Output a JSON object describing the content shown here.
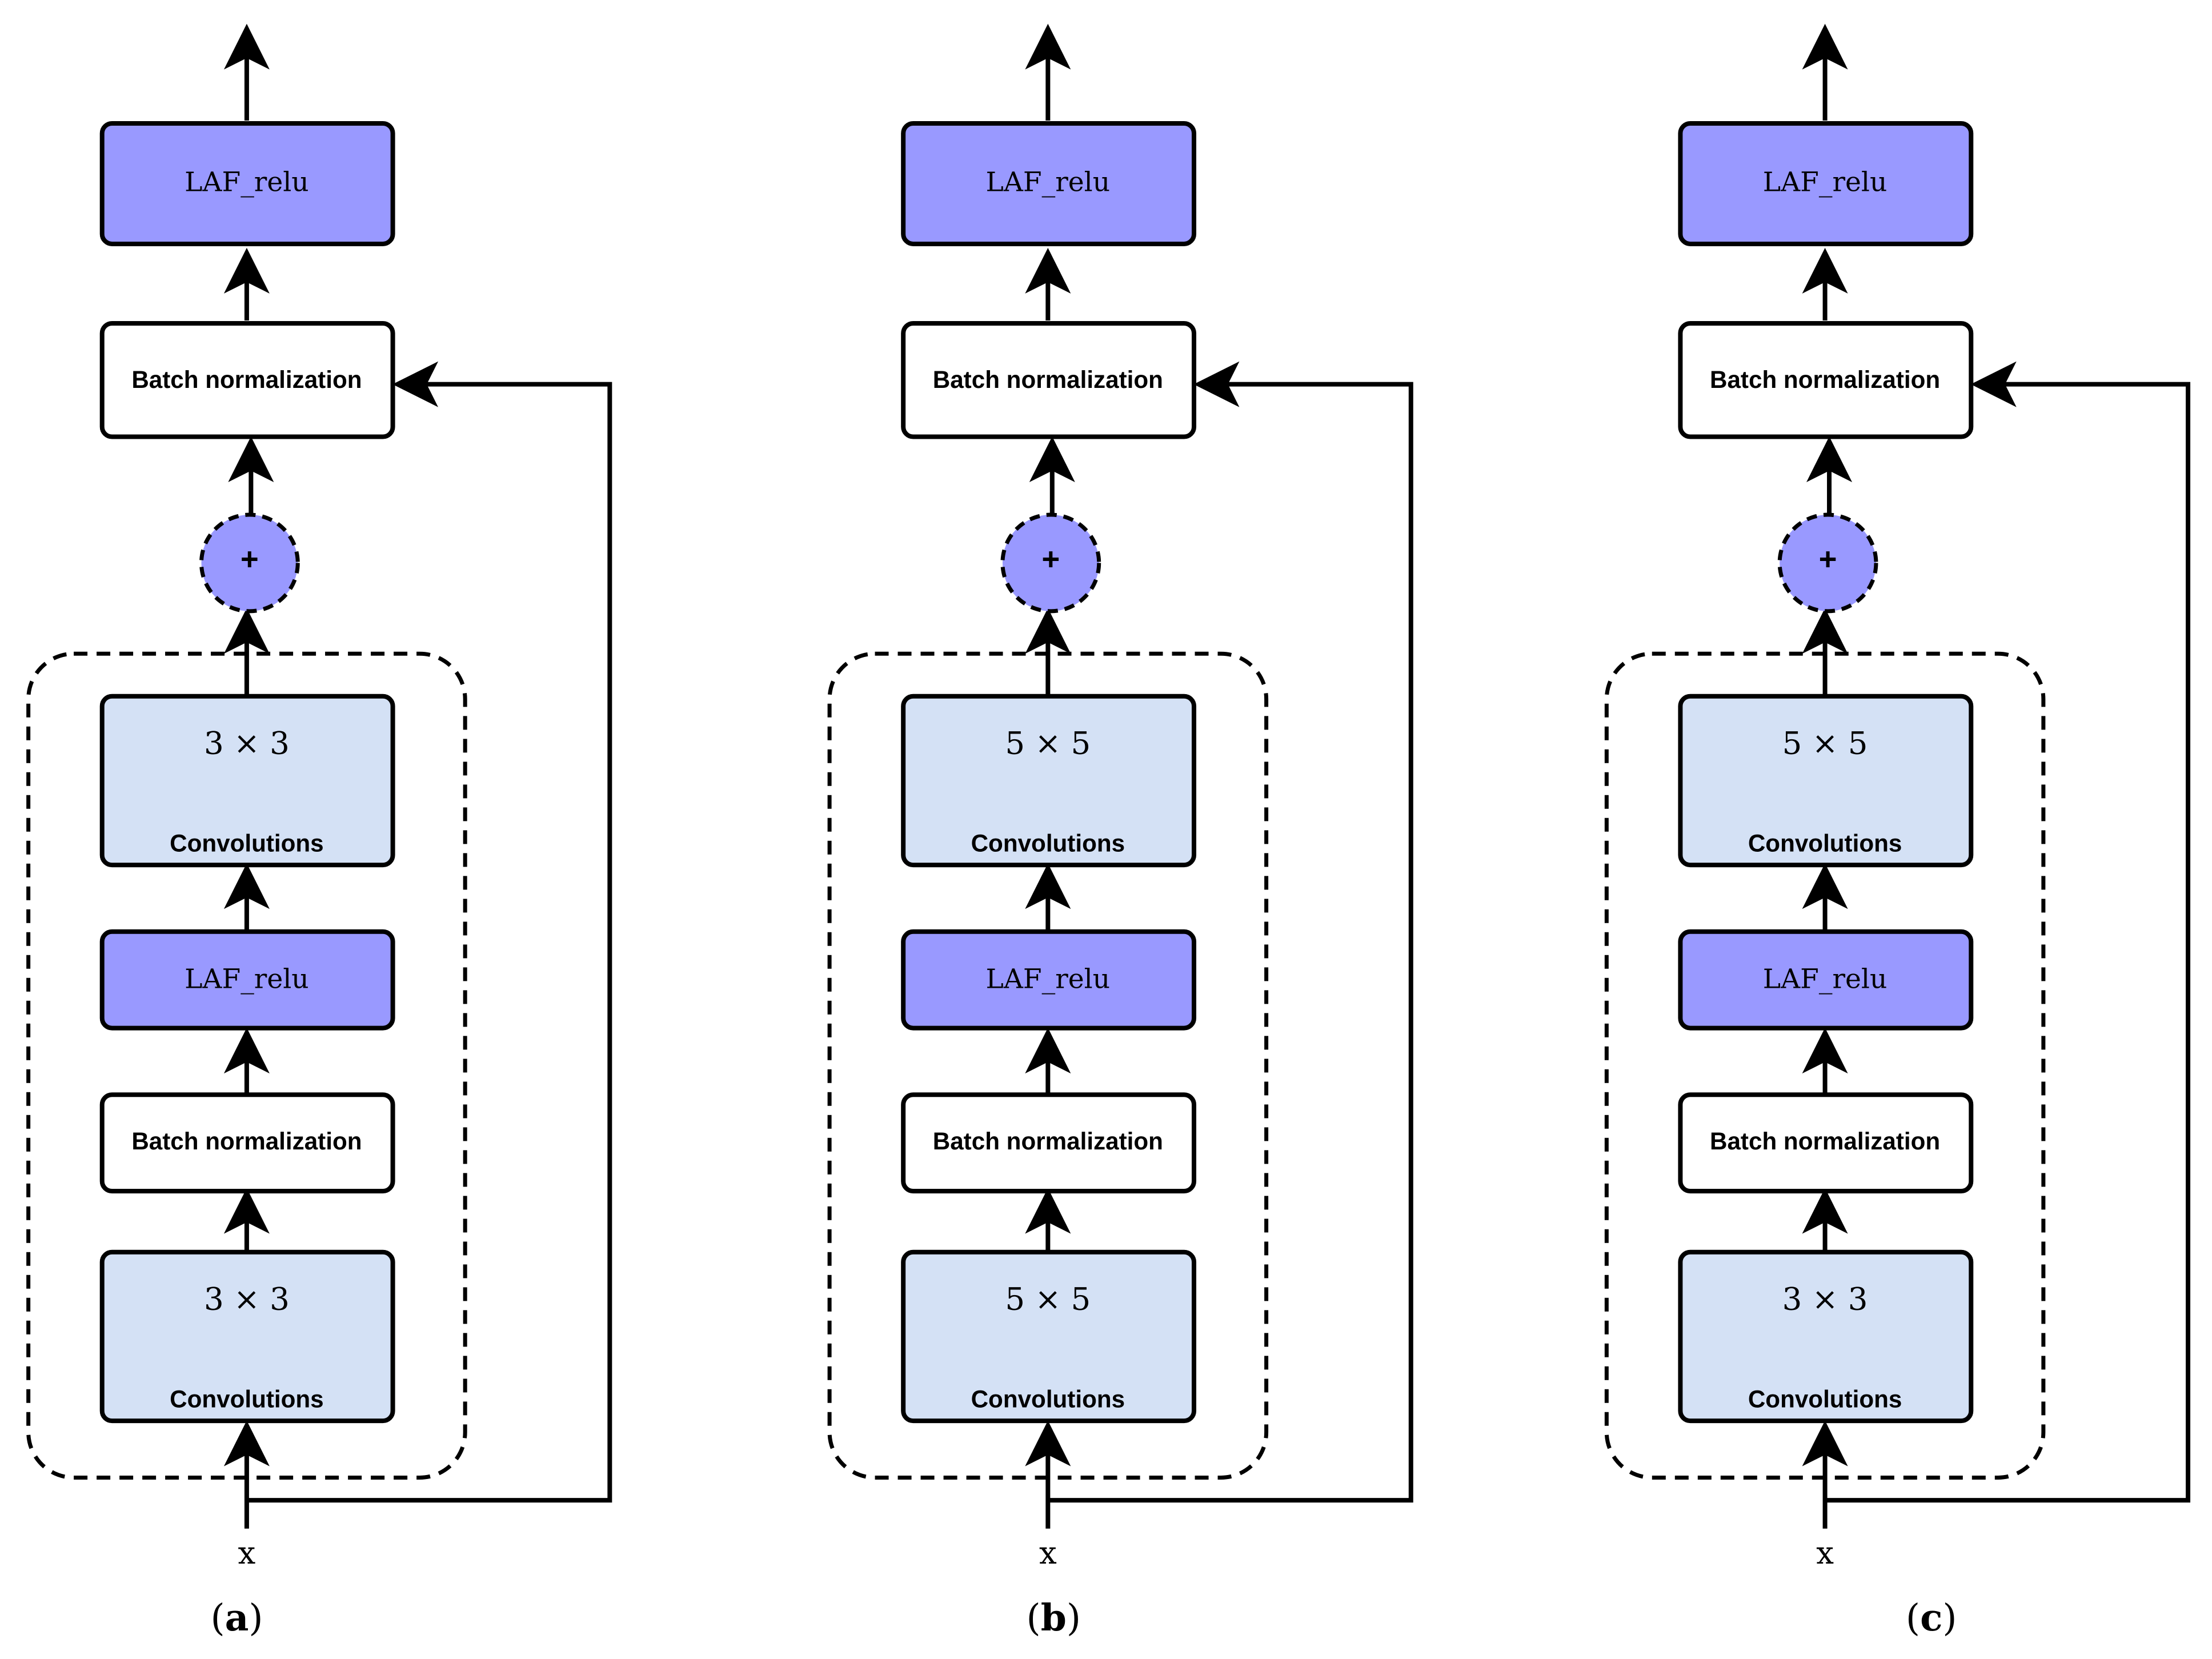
{
  "colors": {
    "activation_fill": "#9999ff",
    "conv_fill": "#d4e1f5",
    "bn_fill": "#ffffff",
    "stroke": "#000000"
  },
  "blocks": [
    {
      "caption": {
        "open": "(",
        "letter": "a",
        "close": ")"
      },
      "input_label": "x",
      "top_activation": "LAF_relu",
      "top_batchnorm": "Batch normalization",
      "add_symbol": "+",
      "conv_upper": {
        "kernel": "3 × 3",
        "label": "Convolutions"
      },
      "mid_activation": "LAF_relu",
      "mid_batchnorm": "Batch normalization",
      "conv_lower": {
        "kernel": "3 × 3",
        "label": "Convolutions"
      }
    },
    {
      "caption": {
        "open": "(",
        "letter": "b",
        "close": ")"
      },
      "input_label": "x",
      "top_activation": "LAF_relu",
      "top_batchnorm": "Batch normalization",
      "add_symbol": "+",
      "conv_upper": {
        "kernel": "5 × 5",
        "label": "Convolutions"
      },
      "mid_activation": "LAF_relu",
      "mid_batchnorm": "Batch normalization",
      "conv_lower": {
        "kernel": "5 × 5",
        "label": "Convolutions"
      }
    },
    {
      "caption": {
        "open": "(",
        "letter": "c",
        "close": ")"
      },
      "input_label": "x",
      "top_activation": "LAF_relu",
      "top_batchnorm": "Batch normalization",
      "add_symbol": "+",
      "conv_upper": {
        "kernel": "5 × 5",
        "label": "Convolutions"
      },
      "mid_activation": "LAF_relu",
      "mid_batchnorm": "Batch normalization",
      "conv_lower": {
        "kernel": "3 × 3",
        "label": "Convolutions"
      }
    }
  ]
}
